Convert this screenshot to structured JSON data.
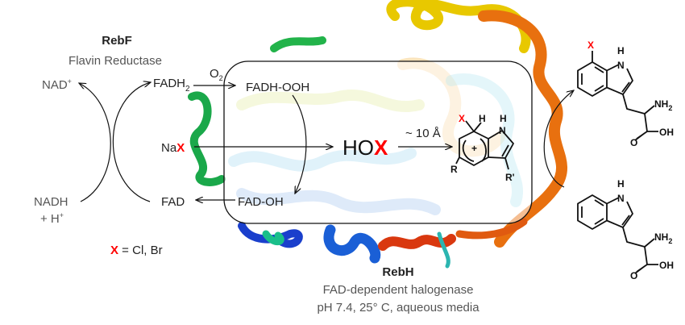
{
  "rebf": {
    "name": "RebF",
    "subtitle": "Flavin Reductase"
  },
  "cofactors": {
    "nad": "NAD",
    "nad_sup": "+",
    "nadh": "NADH",
    "h_plus": "+ H",
    "h_sup": "+",
    "fadh2": "FADH",
    "fadh2_sub": "2",
    "fad": "FAD",
    "o2": "O",
    "o2_sub": "2",
    "fadh_ooh": "FADH-OOH",
    "fad_oh": "FAD-OH"
  },
  "halide": {
    "na": "Na",
    "x": "X"
  },
  "hox": {
    "ho": "HO",
    "x": "X",
    "distance": "~ 10 Å"
  },
  "legend": {
    "x": "X",
    "rest": " = Cl, Br"
  },
  "intermediate": {
    "x": "X",
    "h": "H",
    "nh": "N",
    "nh_h": "H",
    "plus": "+",
    "r": "R",
    "r_prime": "R'"
  },
  "product": {
    "x": "X",
    "nh": "N",
    "nh_h": "H",
    "nh2": "NH",
    "nh2_sub": "2",
    "o": "O",
    "oh": "OH"
  },
  "substrate": {
    "nh": "N",
    "nh_h": "H",
    "nh2": "NH",
    "nh2_sub": "2",
    "o": "O",
    "oh": "OH"
  },
  "rebh": {
    "name": "RebH",
    "subtitle": "FAD-dependent halogenase",
    "conditions": "pH 7.4, 25°  C, aqueous media"
  },
  "colors": {
    "halogen": "#ff0000",
    "box": "#111111"
  }
}
